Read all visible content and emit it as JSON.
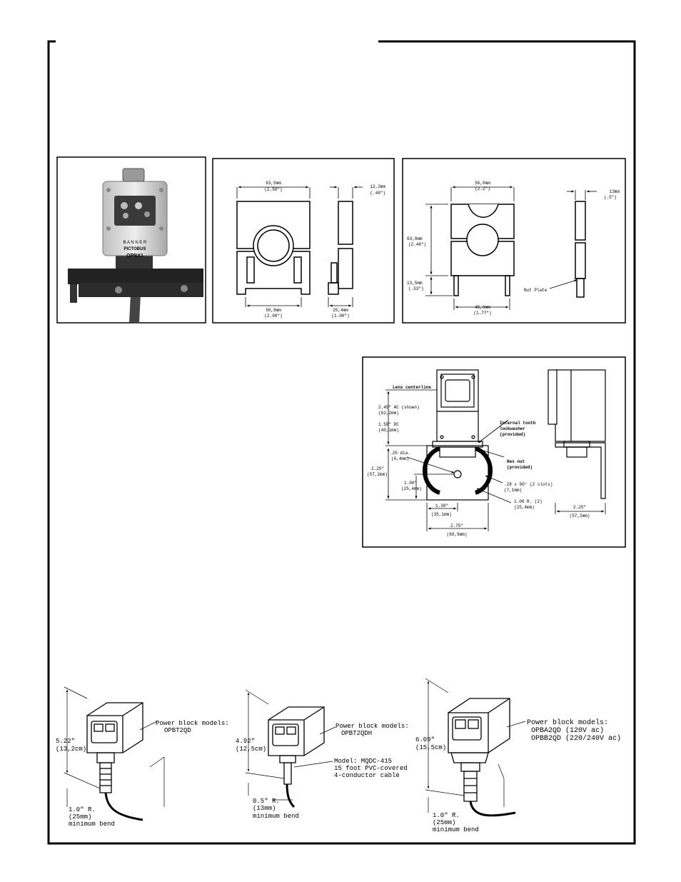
{
  "photo": {
    "brand": "B A N N E R",
    "product": "PICTOBUS",
    "model": "OPBX1"
  },
  "diagram1": {
    "top_width": "63,5mm",
    "top_width_in": "(2.50\")",
    "side_thick": "12,2mm",
    "side_thick_in": "(.48\")",
    "bottom_width": "50,8mm",
    "bottom_width_in": "(2.00\")",
    "side_width": "25,4mm",
    "side_width_in": "(1.00\")"
  },
  "diagram2": {
    "top_width": "56,0mm",
    "top_width_in": "(2.2\")",
    "side_thick": "13mm",
    "side_thick_in": "(.5\")",
    "height": "63,0mm",
    "height_in": "(2.48\")",
    "stud": "13,5mm",
    "stud_in": "(.53\")",
    "bottom_width": "45,0mm",
    "bottom_width_in": "(1.77\")",
    "nut_plate": "Nut Plate"
  },
  "diagram3": {
    "lens": "Lens centerline",
    "ac1": "2.45\" AC (shown)",
    "ac2": "(62,2mm)",
    "dc1": "1.58\" DC",
    "dc2": "(40,1mm)",
    "dia1": ".25 dia.",
    "dia2": "(6,4mm)",
    "h1": "2.25\"",
    "h2": "(57,2mm)",
    "c1": "1.00\"",
    "c2": "(25,4mm)",
    "w1": "1.38\"",
    "w2": "(35,1mm)",
    "tw1": "2.75\"",
    "tw2": "(69,9mm)",
    "lock1": "Internal tooth",
    "lock2": "lockwasher",
    "lock3": "(provided)",
    "hex1": "Hex nut",
    "hex2": "(provided)",
    "slot1": ".28 x 90° (2 slots)",
    "slot2": "(7,1mm)",
    "rad1": "1.00 R. (2)",
    "rad2": "(25,4mm)",
    "sw1": "2.25\"",
    "sw2": "(57,2mm)"
  },
  "sensors": [
    {
      "h1": "5.22\"",
      "h2": "(13,2cm)",
      "models_label": "Power block models:",
      "models": [
        "OPBT2QD"
      ],
      "extra": [],
      "bend": [
        "1.0\" R.",
        "(25mm)",
        "minimum bend"
      ]
    },
    {
      "h1": "4.92\"",
      "h2": "(12,5cm)",
      "models_label": "Power block models:",
      "models": [
        "OPBT2QDH"
      ],
      "extra": [
        "Model: MQDC-415",
        "15 foot PVC-covered",
        "4-conductor cable"
      ],
      "bend": [
        "0.5\" R.",
        "(13mm)",
        "minimum bend"
      ]
    },
    {
      "h1": "6.09\"",
      "h2": "(15,5cm)",
      "models_label": "Power block models:",
      "models": [
        "OPBA2QD (120V ac)",
        "OPBB2QD (220/240V ac)"
      ],
      "extra": [],
      "bend": [
        "1.0\" R.",
        "(25mm)",
        "minimum bend"
      ]
    }
  ],
  "colors": {
    "ink": "#000000",
    "paper": "#ffffff",
    "photo_bg": "#ffffff",
    "sensor_body": "#d8d8d8",
    "bracket": "#2a2a2a"
  }
}
